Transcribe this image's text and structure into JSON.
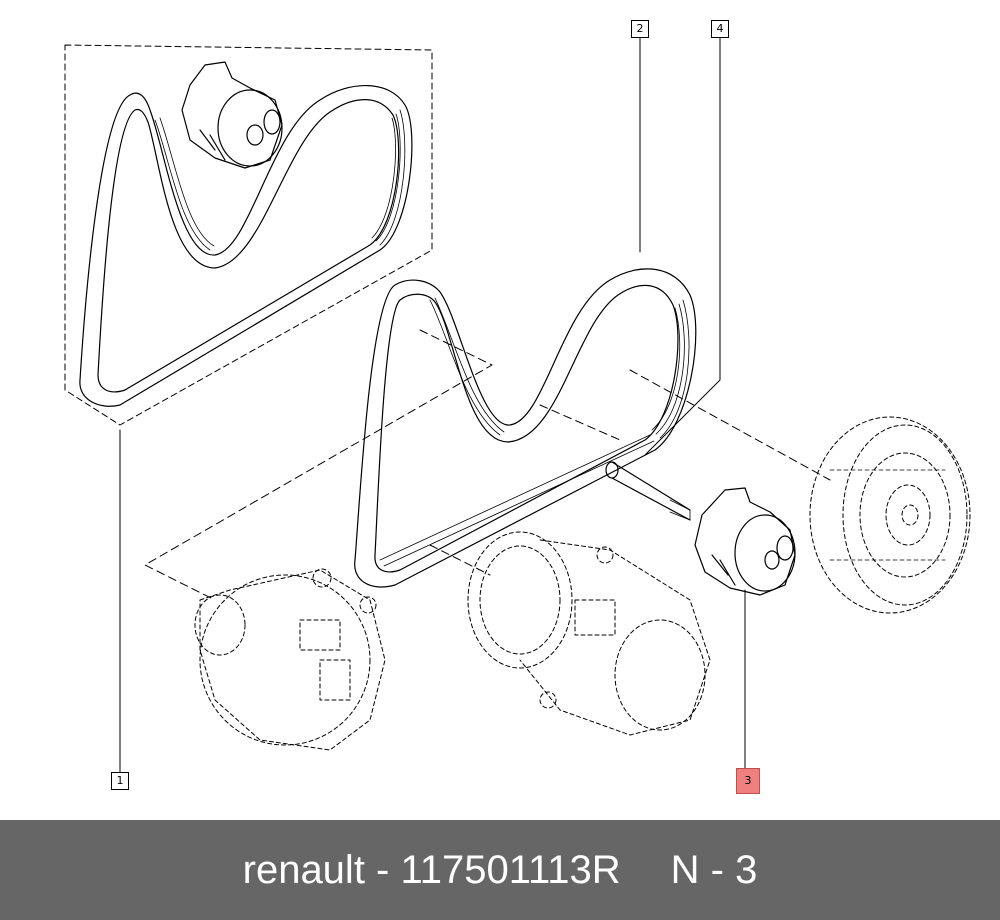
{
  "callouts": {
    "c1": "1",
    "c2": "2",
    "c3": "3",
    "c4": "4"
  },
  "highlight_color": "#f08080",
  "footer": {
    "brand_part": "renault - 117501113R",
    "position": "N - 3",
    "background": "#666666"
  }
}
